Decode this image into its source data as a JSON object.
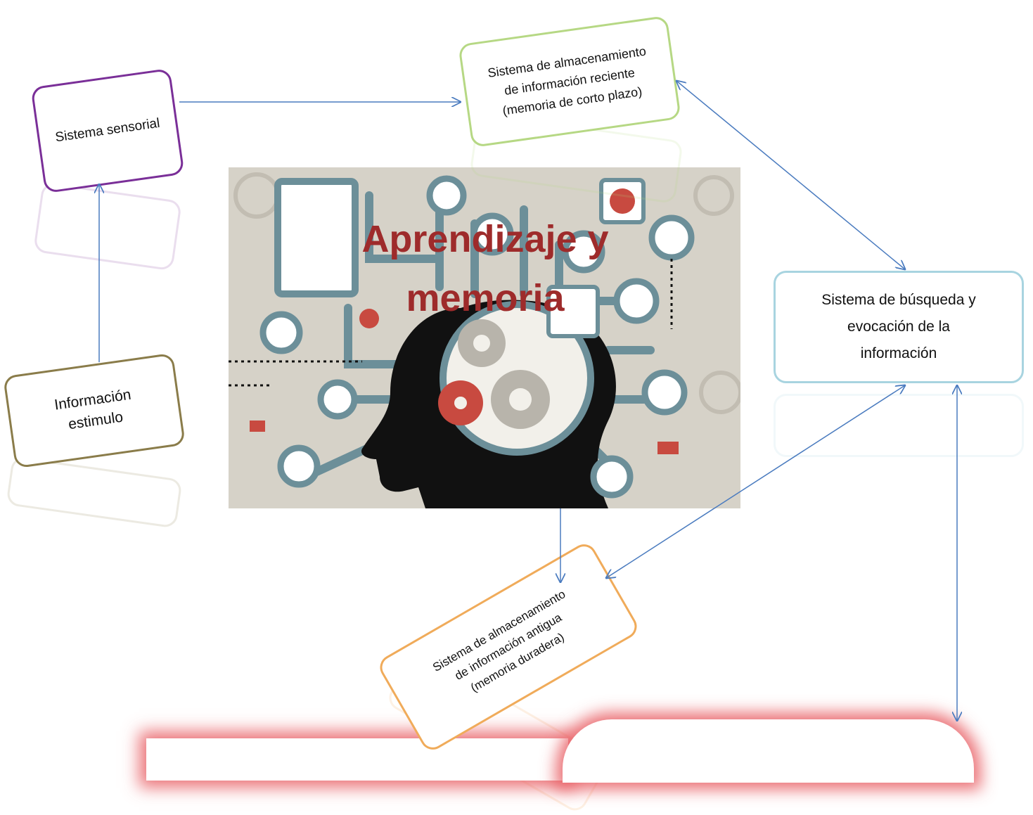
{
  "title": {
    "line1": "Aprendizaje y",
    "line2": "memoria"
  },
  "nodes": {
    "sensory": {
      "label": "Sistema sensorial"
    },
    "stimulus": {
      "line1": "Información",
      "line2": "estimulo"
    },
    "short_term": {
      "line1": "Sistema de almacenamiento",
      "line2": "de información reciente",
      "line3": "(memoria de corto plazo)"
    },
    "search": {
      "line1": "Sistema de búsqueda y",
      "line2": "evocación de la",
      "line3": "información"
    },
    "long_term": {
      "line1": "Sistema de almacenamiento",
      "line2": "de información antigua",
      "line3": "(memoria duradera)"
    }
  },
  "colors": {
    "arrow": "#4a7bbf",
    "title": "#9e2b2b",
    "sensory_border": "#7a2f98",
    "stimulus_border": "#8a7c4a",
    "short_term_border": "#b6d884",
    "search_border": "#a8d4e0",
    "long_term_border": "#f0ab5a",
    "glow": "#e85a60"
  }
}
